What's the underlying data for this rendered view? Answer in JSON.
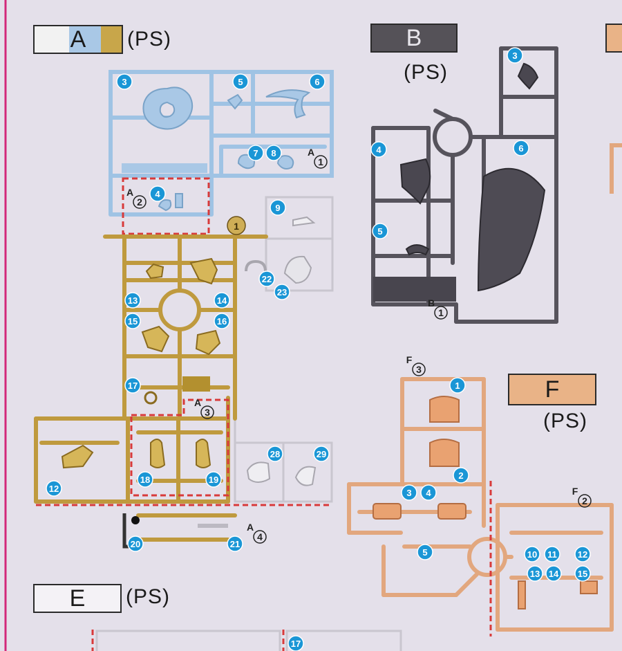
{
  "runners": {
    "A": {
      "letter": "A",
      "material": "(PS)",
      "colors": {
        "swatch_left": "#f2f2f2",
        "swatch_mid": "#a9c8e6",
        "swatch_right": "#c8a64a"
      }
    },
    "B": {
      "letter": "B",
      "material": "(PS)",
      "color": "#555258"
    },
    "E": {
      "letter": "E",
      "material": "(PS)"
    },
    "F": {
      "letter": "F",
      "material": "(PS)",
      "color": "#e9b387"
    }
  },
  "colors": {
    "blue_runner": "#9fc3e4",
    "gold_runner": "#bf9a3e",
    "gray_runner": "#56535c",
    "peach_runner": "#e2a77e",
    "clear_runner": "#d6d4da",
    "part_number_badge": "#1a96d6",
    "cut_line": "#d83a3a",
    "page_border": "#d2287a"
  },
  "sub_runner_tags": {
    "A1": {
      "letter": "A",
      "number": "1"
    },
    "A2": {
      "letter": "A",
      "number": "2"
    },
    "A3": {
      "letter": "A",
      "number": "3"
    },
    "A4": {
      "letter": "A",
      "number": "4"
    },
    "B1": {
      "letter": "B",
      "number": "1"
    },
    "F2": {
      "letter": "F",
      "number": "2"
    },
    "F3": {
      "letter": "F",
      "number": "3"
    },
    "gold_1": "1"
  },
  "part_numbers": {
    "A_blue": [
      "3",
      "5",
      "6",
      "7",
      "8"
    ],
    "A_blue_sub2": [
      "4"
    ],
    "A_clear": [
      "9",
      "22",
      "23",
      "28",
      "29"
    ],
    "A_gold": [
      "13",
      "14",
      "15",
      "16",
      "17",
      "12",
      "18",
      "19"
    ],
    "A_dark": [
      "20",
      "21"
    ],
    "B": [
      "3",
      "4",
      "6",
      "5"
    ],
    "F": [
      "1",
      "2",
      "3",
      "4",
      "5",
      "10",
      "11",
      "12",
      "13",
      "14",
      "15"
    ],
    "E": [
      "17"
    ]
  }
}
